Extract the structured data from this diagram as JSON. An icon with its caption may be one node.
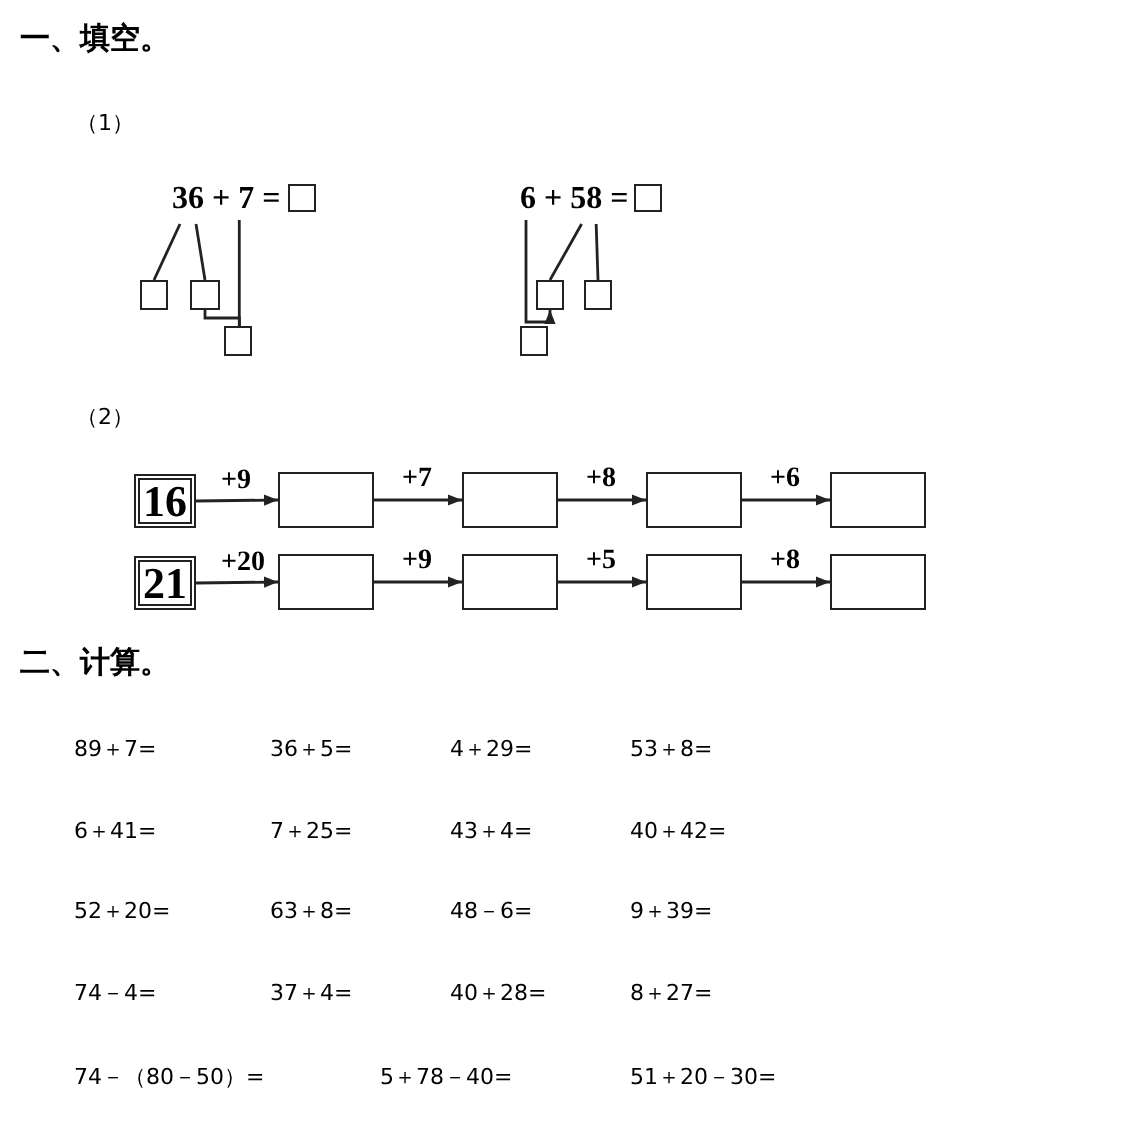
{
  "diagram": {
    "nodes": [
      {
        "text": [
          "36 + 7 ="
        ]
      },
      {
        "text": [],
        "shape": "box"
      },
      {
        "text": [],
        "shape": "box"
      },
      {
        "text": [],
        "shape": "box"
      },
      {
        "text": [],
        "shape": "box"
      },
      {
        "text": [
          "6 + 58 ="
        ]
      },
      {
        "text": [],
        "shape": "box"
      },
      {
        "text": [],
        "shape": "box"
      },
      {
        "text": [],
        "shape": "box"
      },
      {
        "text": [],
        "shape": "box"
      },
      {
        "text": [
          "16"
        ]
      },
      {
        "text": [],
        "shape": "box"
      },
      {
        "text": [],
        "shape": "box"
      },
      {
        "text": [],
        "shape": "box"
      },
      {
        "text": [],
        "shape": "box"
      },
      {
        "text": [
          "21"
        ]
      },
      {
        "text": [],
        "shape": "box"
      },
      {
        "text": [],
        "shape": "box"
      },
      {
        "text": [],
        "shape": "box"
      },
      {
        "text": [],
        "shape": "box"
      }
    ],
    "edges": [
      {
        "from": 0,
        "to": 2,
        "arrow": "none"
      },
      {
        "from": 0,
        "to": 3,
        "arrow": "none"
      },
      {
        "from": 0,
        "to": 4,
        "arrow": "none"
      },
      {
        "from": 3,
        "to": 4,
        "arrow": "none"
      },
      {
        "from": 5,
        "to": 7,
        "arrow": "to"
      },
      {
        "from": 5,
        "to": 7,
        "arrow": "none"
      },
      {
        "from": 5,
        "to": 8,
        "arrow": "none"
      },
      {
        "from": 10,
        "to": 11,
        "arrow": "to",
        "label": "+9"
      },
      {
        "from": 11,
        "to": 12,
        "arrow": "to",
        "label": "+7"
      },
      {
        "from": 12,
        "to": 13,
        "arrow": "to",
        "label": "+8"
      },
      {
        "from": 13,
        "to": 14,
        "arrow": "to",
        "label": "+6"
      },
      {
        "from": 15,
        "to": 16,
        "arrow": "to",
        "label": "+20"
      },
      {
        "from": 16,
        "to": 17,
        "arrow": "to",
        "label": "+9"
      },
      {
        "from": 17,
        "to": 18,
        "arrow": "to",
        "label": "+5"
      },
      {
        "from": 18,
        "to": 19,
        "arrow": "to",
        "label": "+8"
      }
    ],
    "labels": [
      "一、填空。",
      "（1）",
      "（2）",
      "二、计算。",
      "89＋7=",
      "36＋5=",
      "4＋29=",
      "53＋8=",
      "6＋41=",
      "7＋25=",
      "43＋4=",
      "40＋42=",
      "52＋20=",
      "63＋8=",
      "48－6=",
      "9＋39=",
      "74－4=",
      "37＋4=",
      "40＋28=",
      "8＋27=",
      "74－（80－50）=",
      "5＋78－40=",
      "51＋20－30="
    ]
  }
}
